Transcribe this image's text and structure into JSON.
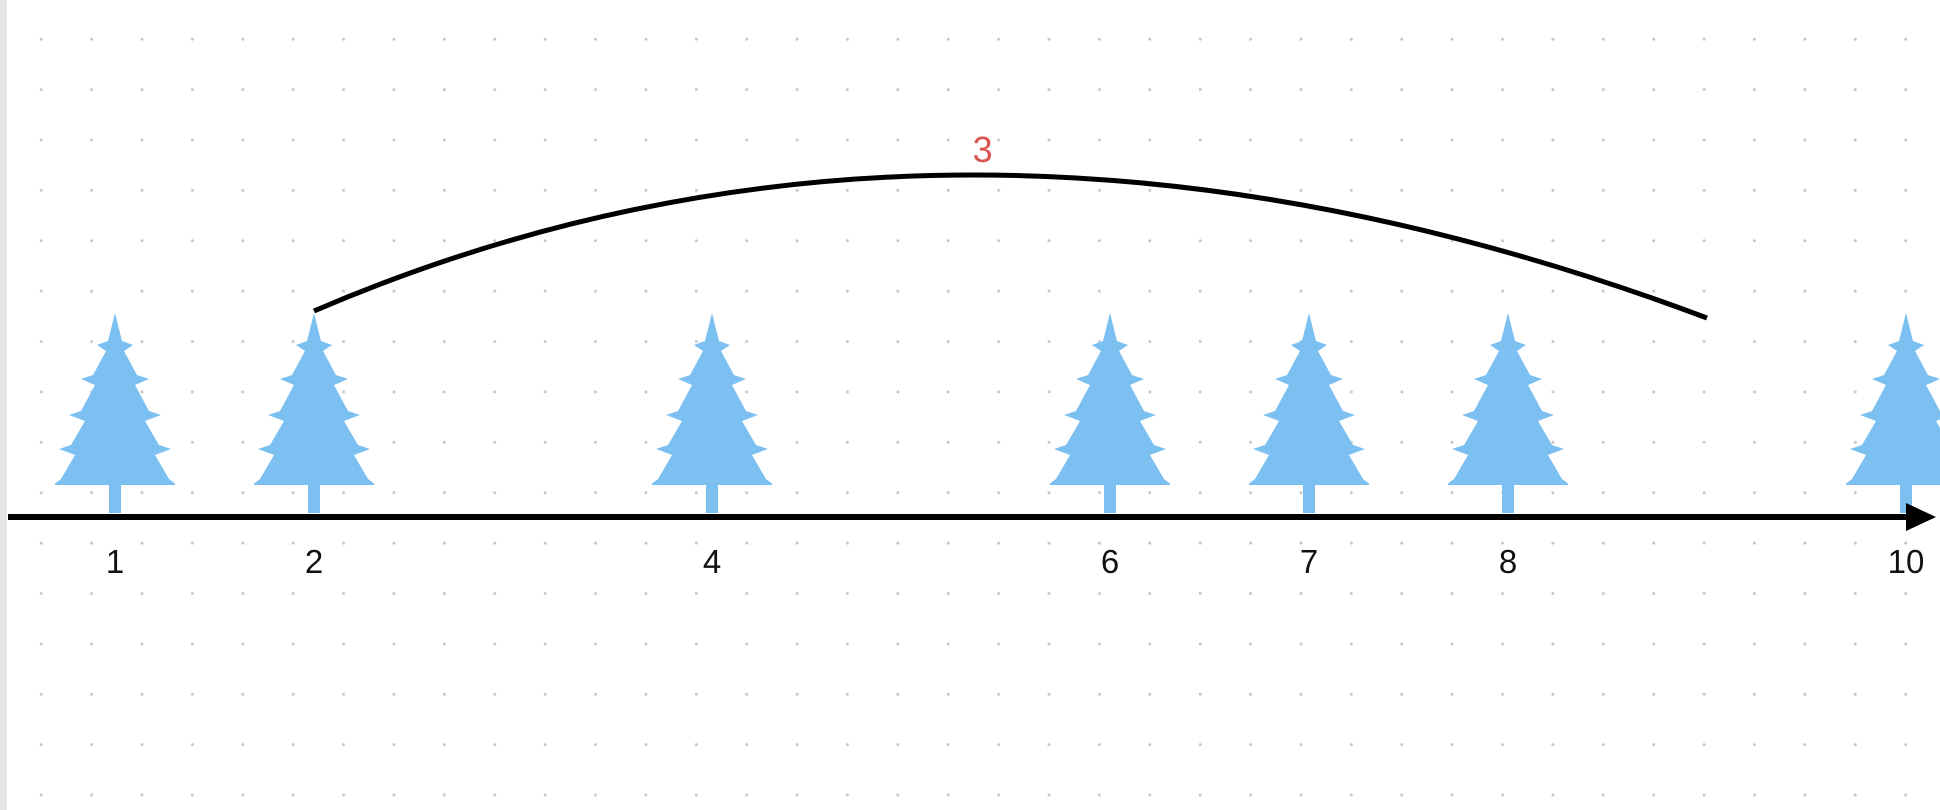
{
  "colors": {
    "tree": "#7cc0f1",
    "axis": "#000000",
    "arc": "#000000",
    "jump_label": "#d9534f",
    "grid_dot": "#c6c6c6"
  },
  "icon": "pine-tree-icon",
  "axis": {
    "min": 0,
    "max": 10,
    "tree_positions": [
      1,
      2,
      4,
      6,
      7,
      8,
      10
    ],
    "tick_labels": [
      "1",
      "2",
      "4",
      "6",
      "7",
      "8",
      "10"
    ]
  },
  "jump": {
    "from": 2,
    "to": 9,
    "label": "3"
  }
}
